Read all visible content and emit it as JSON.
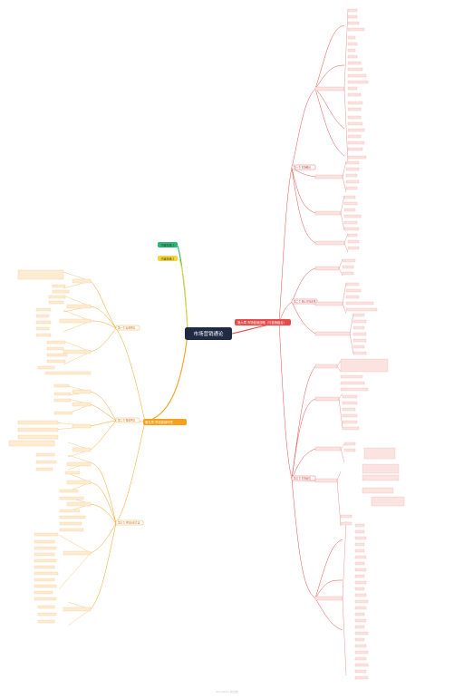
{
  "root": {
    "label": "市场营销通论",
    "color": "#1f2a44"
  },
  "branches": [
    {
      "label": "第六章 市场营销战略（与营销组合）",
      "color": "#e84a4a"
    },
    {
      "label": "第五章 市场营销环境",
      "color": "#f4a11c"
    }
  ],
  "tags": [
    {
      "label": "内容总结 1",
      "color": "#2bb673"
    },
    {
      "label": "内容总结 2",
      "color": "#f2d53c"
    }
  ],
  "right_groups": [
    {
      "label": "第一节 市场细分"
    },
    {
      "label": "第二节 目标市场选择"
    },
    {
      "label": "第三节 市场定位"
    }
  ],
  "left_groups": [
    {
      "label": "第一节 宏观环境"
    },
    {
      "label": "第二节 微观环境"
    },
    {
      "label": "第三节 环境分析方法"
    }
  ],
  "watermark": "Shuzhizhi 树之脑"
}
